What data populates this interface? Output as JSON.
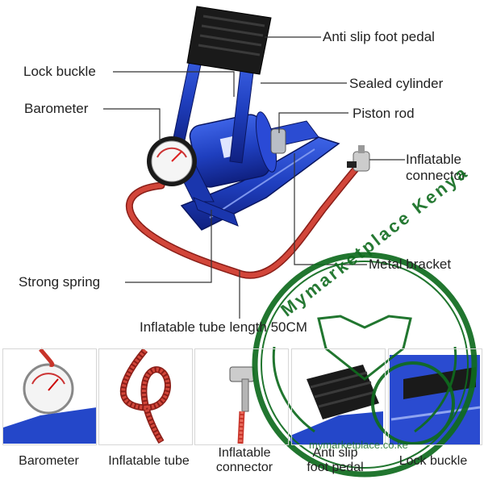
{
  "labels": {
    "anti_slip_pedal": "Anti slip foot pedal",
    "lock_buckle": "Lock buckle",
    "sealed_cylinder": "Sealed cylinder",
    "barometer": "Barometer",
    "piston_rod": "Piston rod",
    "inflatable_connector_1": "Inflatable",
    "inflatable_connector_2": "connector",
    "metal_bracket": "Metal bracket",
    "strong_spring": "Strong spring",
    "tube_length": "Inflatable tube length 50CM"
  },
  "thumbnails": [
    {
      "caption_1": "Barometer",
      "caption_2": ""
    },
    {
      "caption_1": "Inflatable tube",
      "caption_2": ""
    },
    {
      "caption_1": "Inflatable",
      "caption_2": "connector"
    },
    {
      "caption_1": "Anti slip",
      "caption_2": "foot pedal"
    },
    {
      "caption_1": "Lock buckle",
      "caption_2": ""
    }
  ],
  "watermark": {
    "text": "Mymarketplace Kenya",
    "url": "mymarketplace.co.ke"
  },
  "colors": {
    "body_blue": "#1f3fbf",
    "hose_red": "#c8342a",
    "watermark_green": "#0f6b1e"
  }
}
